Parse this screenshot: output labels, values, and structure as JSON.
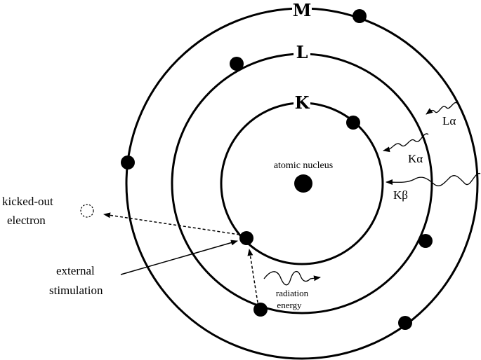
{
  "shells": {
    "k_label": "K",
    "l_label": "L",
    "m_label": "M"
  },
  "labels": {
    "nucleus": "atomic nucleus",
    "kicked_out_line1": "kicked-out",
    "kicked_out_line2": "electron",
    "external_line1": "external",
    "external_line2": "stimulation",
    "radiation_line1": "radiation",
    "radiation_line2": "energy",
    "l_alpha": "Lα",
    "k_alpha": "Kα",
    "k_beta": "Kβ"
  }
}
